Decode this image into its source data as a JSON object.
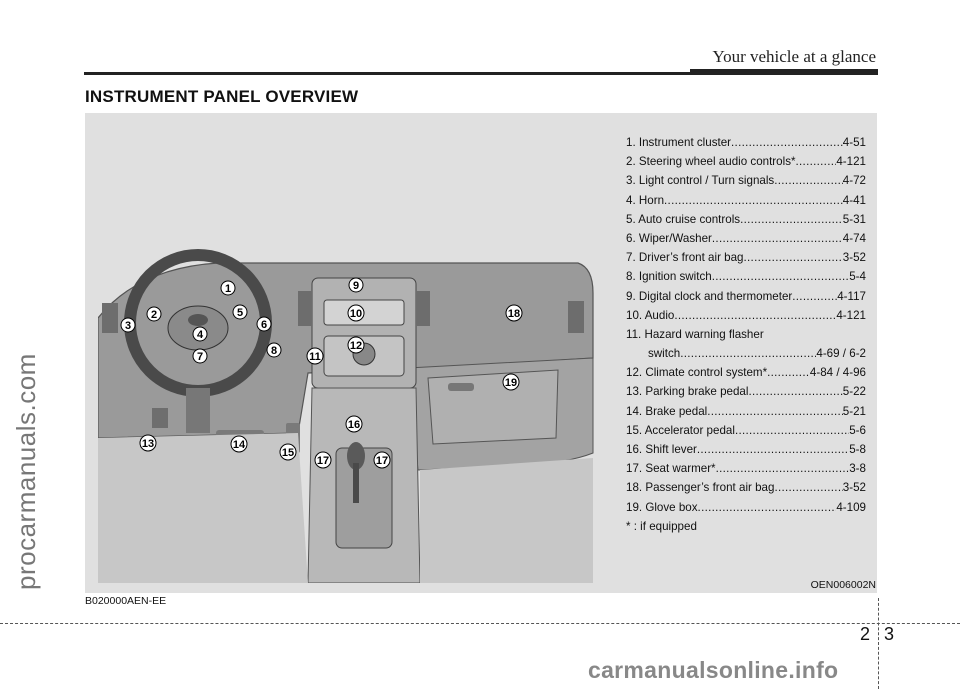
{
  "header": {
    "title": "Your vehicle at a glance"
  },
  "section_title": "INSTRUMENT PANEL OVERVIEW",
  "legend": {
    "items": [
      {
        "label": "1. Instrument cluster",
        "page": "4-51"
      },
      {
        "label": "2. Steering wheel audio controls*",
        "page": "4-121"
      },
      {
        "label": "3. Light control / Turn signals",
        "page": "4-72"
      },
      {
        "label": "4. Horn",
        "page": "4-41"
      },
      {
        "label": "5. Auto cruise controls",
        "page": "5-31"
      },
      {
        "label": "6. Wiper/Washer",
        "page": "4-74"
      },
      {
        "label": "7. Driver’s front air bag",
        "page": "3-52"
      },
      {
        "label": "8. Ignition switch",
        "page": "5-4"
      },
      {
        "label": "9. Digital clock and thermometer",
        "page": "4-117"
      },
      {
        "label": "10. Audio",
        "page": "4-121"
      },
      {
        "label": "11. Hazard warning flasher",
        "page": ""
      },
      {
        "label": "switch",
        "page": "4-69 / 6-2"
      },
      {
        "label": "12. Climate control system*",
        "page": "4-84 / 4-96"
      },
      {
        "label": "13. Parking brake pedal",
        "page": "5-22"
      },
      {
        "label": "14. Brake pedal",
        "page": "5-21"
      },
      {
        "label": "15. Accelerator pedal",
        "page": "5-6"
      },
      {
        "label": "16. Shift lever",
        "page": "5-8"
      },
      {
        "label": "17. Seat warmer*",
        "page": "3-8"
      },
      {
        "label": "18. Passenger’s front air bag",
        "page": "3-52"
      },
      {
        "label": "19. Glove box",
        "page": "4-109"
      }
    ],
    "note": "* : if equipped"
  },
  "callouts": [
    "1",
    "2",
    "3",
    "4",
    "5",
    "6",
    "7",
    "8",
    "9",
    "10",
    "11",
    "12",
    "13",
    "14",
    "15",
    "16",
    "17",
    "17",
    "18",
    "19"
  ],
  "image_ref_right": "OEN006002N",
  "image_ref_left": "B020000AEN-EE",
  "page_numbers": {
    "chapter": "2",
    "page": "3"
  },
  "watermark_side": "procarmanuals.com",
  "watermark_bottom": "carmanualsonline.info"
}
